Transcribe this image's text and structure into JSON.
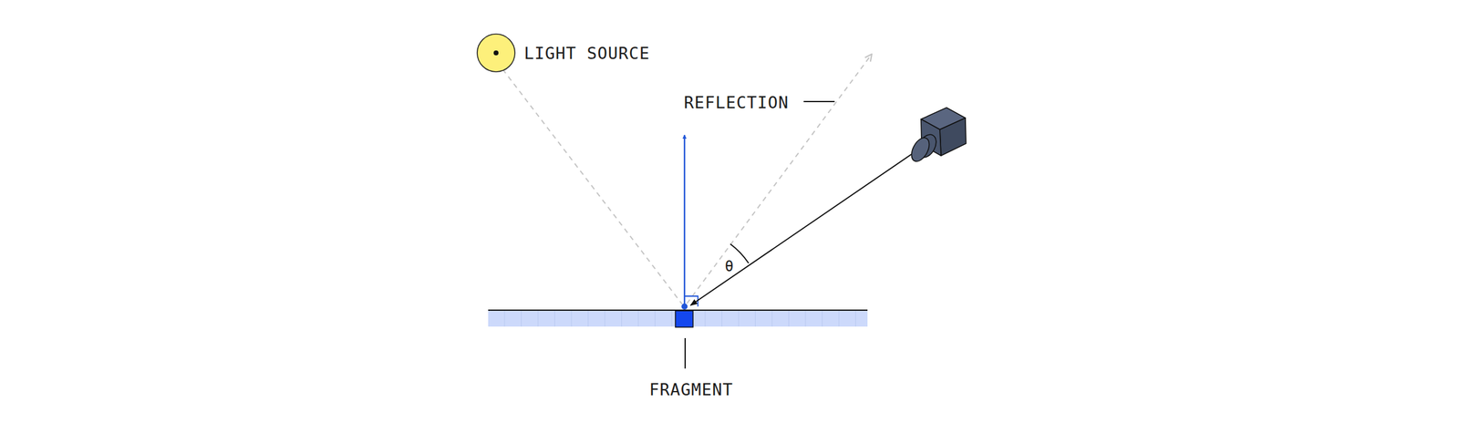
{
  "diagram": {
    "labels": [
      "LIGHT SOURCE",
      "REFLECTION",
      "θ",
      "FRAGMENT"
    ]
  }
}
